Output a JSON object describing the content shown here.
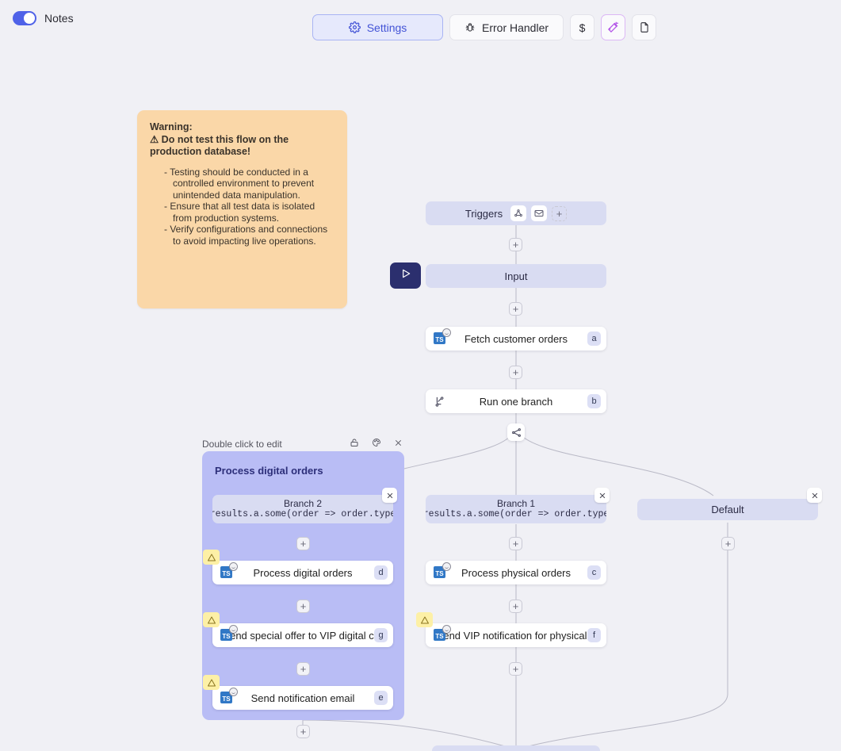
{
  "topbar": {
    "notes_label": "Notes",
    "notes_toggle_on": true,
    "buttons": [
      {
        "label": "Settings",
        "icon": "gear-icon",
        "active": true
      },
      {
        "label": "Error Handler",
        "icon": "bug-icon",
        "active": false
      }
    ],
    "icon_buttons": [
      {
        "icon": "dollar-icon",
        "label": "$"
      },
      {
        "icon": "magic-wand-icon",
        "label": ""
      },
      {
        "icon": "document-icon",
        "label": ""
      }
    ]
  },
  "note": {
    "title": "Warning:",
    "heading": "⚠ Do not test this flow on the production database!",
    "bullets": [
      "Testing should be conducted in a controlled environment to prevent unintended data manipulation.",
      "Ensure that all test data is isolated from production systems.",
      "Verify configurations and connections to avoid impacting live operations."
    ],
    "color": "#fad7a8"
  },
  "flow": {
    "triggers": {
      "label": "Triggers",
      "icons": [
        "webhook-icon",
        "email-icon",
        "add-trigger-icon"
      ]
    },
    "input": {
      "label": "Input"
    },
    "run_button": {
      "icon": "play-icon"
    },
    "nodes": [
      {
        "id": "a",
        "label": "Fetch customer orders",
        "icon": "typescript-icon",
        "warn": false
      },
      {
        "id": "b",
        "label": "Run one branch",
        "icon": "branch-icon",
        "warn": false
      },
      {
        "id": "c",
        "label": "Process physical orders",
        "icon": "typescript-icon",
        "warn": false
      },
      {
        "id": "d",
        "label": "Process digital orders",
        "icon": "typescript-icon",
        "warn": true
      },
      {
        "id": "e",
        "label": "Send notification email",
        "icon": "typescript-icon",
        "warn": true
      },
      {
        "id": "f",
        "label": "Send VIP notification for physical...",
        "icon": "typescript-icon",
        "warn": true
      },
      {
        "id": "g",
        "label": "Send special offer to VIP digital c...",
        "icon": "typescript-icon",
        "warn": true
      }
    ],
    "branches": [
      {
        "name": "Branch 2",
        "expr": "results.a.some(order => order.type"
      },
      {
        "name": "Branch 1",
        "expr": "results.a.some(order => order.type"
      },
      {
        "name": "Default",
        "expr": ""
      }
    ],
    "group": {
      "hint": "Double click to edit",
      "title": "Process digital orders",
      "icons": [
        "lock-icon",
        "palette-icon",
        "close-icon"
      ],
      "color": "#b9bdf5"
    }
  },
  "colors": {
    "canvas": "#f0f0f5",
    "accent": "#4f62e8",
    "pill": "#d9dcf2",
    "group": "#b9bdf5",
    "note": "#fad7a8"
  }
}
